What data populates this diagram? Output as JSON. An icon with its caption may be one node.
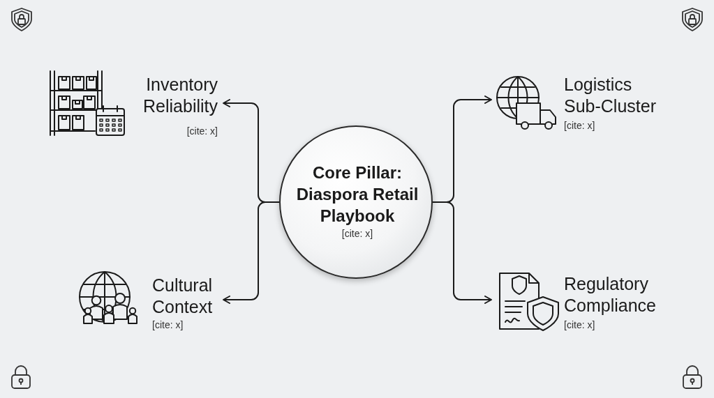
{
  "diagram": {
    "nodes": [
      {
        "text": [
          "Core Pillar: Diaspora Retail Playbook",
          "[cite: x]"
        ]
      },
      {
        "text": [
          "Inventory Reliability",
          "[cite: x]"
        ]
      },
      {
        "text": [
          "Cultural Context",
          "[cite: x]"
        ]
      },
      {
        "text": [
          "Logistics Sub-Cluster",
          "[cite: x]"
        ]
      },
      {
        "text": [
          "Regulatory Compliance",
          "[cite: x]"
        ]
      }
    ],
    "edges": [
      {
        "from": 0,
        "to": 1,
        "arrow": "to"
      },
      {
        "from": 0,
        "to": 2,
        "arrow": "to"
      },
      {
        "from": 0,
        "to": 3,
        "arrow": "to"
      },
      {
        "from": 0,
        "to": 4,
        "arrow": "to"
      }
    ]
  }
}
